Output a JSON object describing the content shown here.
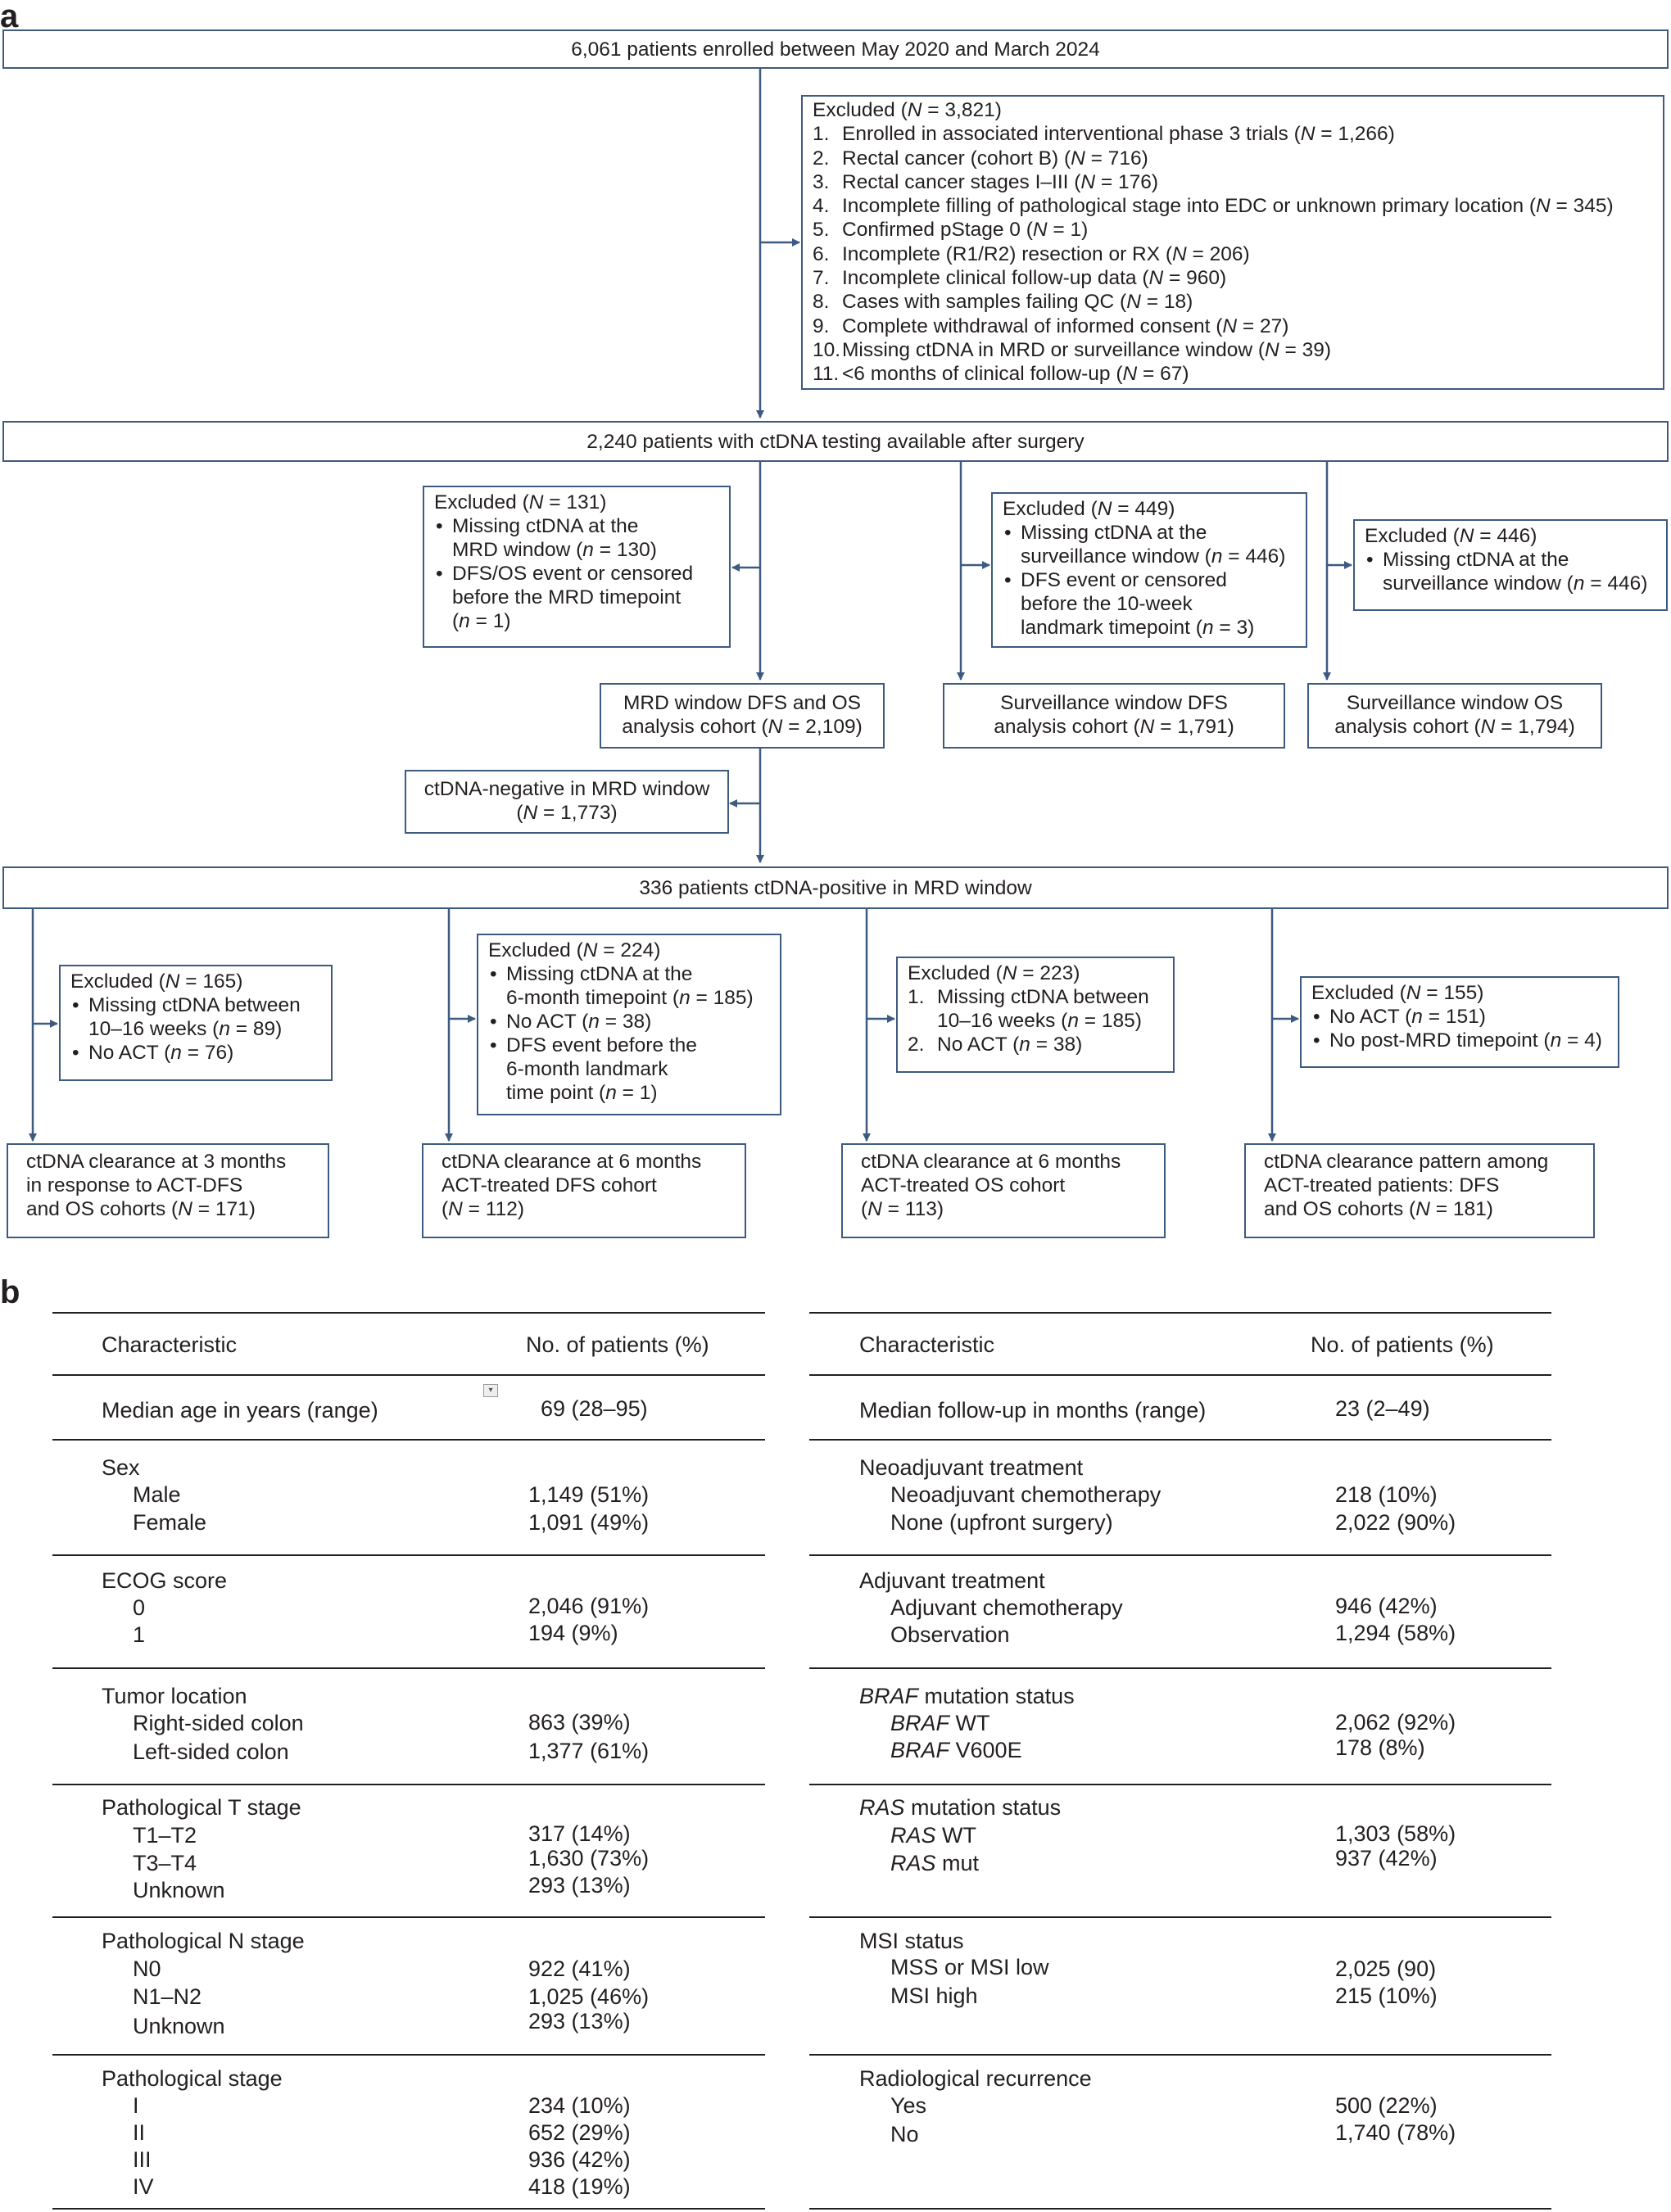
{
  "panel_a_label": "a",
  "panel_b_label": "b",
  "flow": {
    "enrolled": "6,061 patients enrolled between May 2020 and March 2024",
    "excluded1": {
      "title_pre": "Excluded (",
      "title_var": "N",
      "title_post": " = 3,821)",
      "items": [
        {
          "n": "1.",
          "text": "Enrolled in associated interventional phase 3 trials (",
          "var": "N",
          "val": " = 1,266)"
        },
        {
          "n": "2.",
          "text": "Rectal cancer (cohort B) (",
          "var": "N",
          "val": " = 716)"
        },
        {
          "n": "3.",
          "text": "Rectal cancer stages I–III (",
          "var": "N",
          "val": " = 176)"
        },
        {
          "n": "4.",
          "text": "Incomplete filling of pathological stage into EDC or unknown primary location (",
          "var": "N",
          "val": " = 345)"
        },
        {
          "n": "5.",
          "text": "Confirmed pStage 0 (",
          "var": "N",
          "val": " = 1)"
        },
        {
          "n": "6.",
          "text": "Incomplete (R1/R2) resection or RX (",
          "var": "N",
          "val": " = 206)"
        },
        {
          "n": "7.",
          "text": "Incomplete clinical follow-up data (",
          "var": "N",
          "val": " = 960)"
        },
        {
          "n": "8.",
          "text": "Cases with samples failing QC (",
          "var": "N",
          "val": " = 18)"
        },
        {
          "n": "9.",
          "text": "Complete withdrawal of informed consent (",
          "var": "N",
          "val": " = 27)"
        },
        {
          "n": "10.",
          "text": "Missing ctDNA in MRD or surveillance window (",
          "var": "N",
          "val": " = 39)"
        },
        {
          "n": "11.",
          "text": "<6 months of clinical follow-up (",
          "var": "N",
          "val": " = 67)"
        }
      ]
    },
    "ctdna_available": "2,240 patients with ctDNA testing available after surgery",
    "exc_mrd": {
      "l1": "Excluded (",
      "v1": "N",
      "r1": " = 131)",
      "b1a": "Missing ctDNA at the",
      "b1b": "MRD window (",
      "b1v": "n",
      "b1c": " = 130)",
      "b2a": "DFS/OS event or censored",
      "b2b": "before the MRD timepoint",
      "b2c": "(",
      "b2v": "n",
      "b2d": " = 1)"
    },
    "exc_surv_dfs": {
      "l1": "Excluded (",
      "v1": "N",
      "r1": " = 449)",
      "b1a": "Missing ctDNA at the",
      "b1b": "surveillance window (",
      "b1v": "n",
      "b1c": " = 446)",
      "b2a": "DFS event or censored",
      "b2b": "before the 10-week",
      "b2c": "landmark timepoint (",
      "b2v": "n",
      "b2d": " = 3)"
    },
    "exc_surv_os": {
      "l1": "Excluded (",
      "v1": "N",
      "r1": " = 446)",
      "b1a": "Missing ctDNA at the",
      "b1b": "surveillance window (",
      "b1v": "n",
      "b1c": " = 446)"
    },
    "mrd_cohort": {
      "l1": "MRD window DFS and OS",
      "l2": "analysis cohort (",
      "v": "N",
      "l3": " = 2,109)"
    },
    "surv_dfs_cohort": {
      "l1": "Surveillance window DFS",
      "l2": "analysis cohort (",
      "v": "N",
      "l3": " = 1,791)"
    },
    "surv_os_cohort": {
      "l1": "Surveillance window OS",
      "l2": "analysis cohort (",
      "v": "N",
      "l3": " = 1,794)"
    },
    "ctdna_neg": {
      "l1": "ctDNA-negative in MRD window",
      "l2": "(",
      "v": "N",
      "l3": " = 1,773)"
    },
    "ctdna_pos": "336 patients ctDNA-positive in MRD window",
    "exc_165": {
      "l1": "Excluded (",
      "v1": "N",
      "r1": " = 165)",
      "b1a": "Missing ctDNA between",
      "b1b": "10–16 weeks (",
      "b1v": "n",
      "b1c": " = 89)",
      "b2a": "No ACT (",
      "b2v": "n",
      "b2d": " = 76)"
    },
    "exc_224": {
      "l1": "Excluded (",
      "v1": "N",
      "r1": " = 224)",
      "b1a": "Missing ctDNA at the",
      "b1b": "6-month timepoint (",
      "b1v": "n",
      "b1c": " = 185)",
      "b2a": "No ACT (",
      "b2v": "n",
      "b2d": " = 38)",
      "b3a": "DFS event before the",
      "b3b": "6-month landmark",
      "b3c": "time point (",
      "b3v": "n",
      "b3d": " = 1)"
    },
    "exc_223": {
      "l1": "Excluded (",
      "v1": "N",
      "r1": " = 223)",
      "i1n": "1.",
      "i1a": "Missing ctDNA between",
      "i1b": "10–16 weeks (",
      "i1v": "n",
      "i1c": " = 185)",
      "i2n": "2.",
      "i2a": "No ACT (",
      "i2v": "n",
      "i2c": " = 38)"
    },
    "exc_155": {
      "l1": "Excluded (",
      "v1": "N",
      "r1": " = 155)",
      "b1a": "No ACT (",
      "b1v": "n",
      "b1c": " = 151)",
      "b2a": "No post-MRD timepoint (",
      "b2v": "n",
      "b2d": " = 4)"
    },
    "clear_3m": {
      "l1": "ctDNA clearance at 3 months",
      "l2": "in response to ACT-DFS",
      "l3": "and OS cohorts (",
      "v": "N",
      "l4": " = 171)"
    },
    "clear_6m_dfs": {
      "l1": "ctDNA clearance at 6 months",
      "l2": "ACT-treated DFS cohort",
      "l3": "(",
      "v": "N",
      "l4": " = 112)"
    },
    "clear_6m_os": {
      "l1": "ctDNA clearance at 6 months",
      "l2": "ACT-treated OS cohort",
      "l3": "(",
      "v": "N",
      "l4": " = 113)"
    },
    "clear_pattern": {
      "l1": "ctDNA clearance pattern among",
      "l2": "ACT-treated patients: DFS",
      "l3": "and OS cohorts (",
      "v": "N",
      "l4": " = 181)"
    }
  },
  "table": {
    "left": {
      "hdr_char": "Characteristic",
      "hdr_no": "No. of patients (%)",
      "age_label": "Median age in years (range)",
      "age_val": "69 (28–95)",
      "sex": "Sex",
      "male": "Male",
      "male_v": "1,149 (51%)",
      "female": "Female",
      "female_v": "1,091 (49%)",
      "ecog": "ECOG score",
      "e0": "0",
      "e0_v": "2,046 (91%)",
      "e1": "1",
      "e1_v": "194 (9%)",
      "loc": "Tumor location",
      "right": "Right-sided colon",
      "right_v": "863 (39%)",
      "left": "Left-sided colon",
      "left_v": "1,377 (61%)",
      "pt": "Pathological T stage",
      "t12": "T1–T2",
      "t12_v": "317 (14%)",
      "t34": "T3–T4",
      "t34_v": "1,630 (73%)",
      "tu": "Unknown",
      "tu_v": "293 (13%)",
      "pn": "Pathological N stage",
      "n0": "N0",
      "n0_v": "922 (41%)",
      "n12": "N1–N2",
      "n12_v": "1,025 (46%)",
      "nu": "Unknown",
      "nu_v": "293 (13%)",
      "ps": "Pathological  stage",
      "s1": "I",
      "s1_v": "234 (10%)",
      "s2": "II",
      "s2_v": "652 (29%)",
      "s3": "III",
      "s3_v": "936 (42%)",
      "s4": "IV",
      "s4_v": "418 (19%)"
    },
    "right": {
      "hdr_char": "Characteristic",
      "hdr_no": "No. of patients (%)",
      "fu_label": "Median follow-up in months (range)",
      "fu_val": "23 (2–49)",
      "neo": "Neoadjuvant treatment",
      "neo1": "Neoadjuvant chemotherapy",
      "neo1_v": "218 (10%)",
      "neo2": "None (upfront surgery)",
      "neo2_v": "2,022 (90%)",
      "adj": "Adjuvant treatment",
      "adj1": "Adjuvant chemotherapy",
      "adj1_v": "946 (42%)",
      "adj2": "Observation",
      "adj2_v": "1,294 (58%)",
      "braf_it": "BRAF",
      "braf_rest": " mutation status",
      "bwt_it": "BRAF",
      "bwt": " WT",
      "bwt_v": "2,062 (92%)",
      "bv_it": "BRAF",
      "bv": " V600E",
      "bv_v": "178 (8%)",
      "ras_it": "RAS",
      "ras_rest": " mutation status",
      "rwt_it": "RAS",
      "rwt": " WT",
      "rwt_v": "1,303 (58%)",
      "rm_it": "RAS",
      "rm": " mut",
      "rm_v": "937 (42%)",
      "msi": "MSI status",
      "mss": "MSS or MSI low",
      "mss_v": "2,025 (90)",
      "msih": "MSI high",
      "msih_v": "215 (10%)",
      "rad": "Radiological recurrence",
      "yes": "Yes",
      "yes_v": "500 (22%)",
      "no": "No",
      "no_v": "1,740 (78%)"
    }
  },
  "colors": {
    "line": "#3d5a80",
    "text": "#231f20"
  }
}
